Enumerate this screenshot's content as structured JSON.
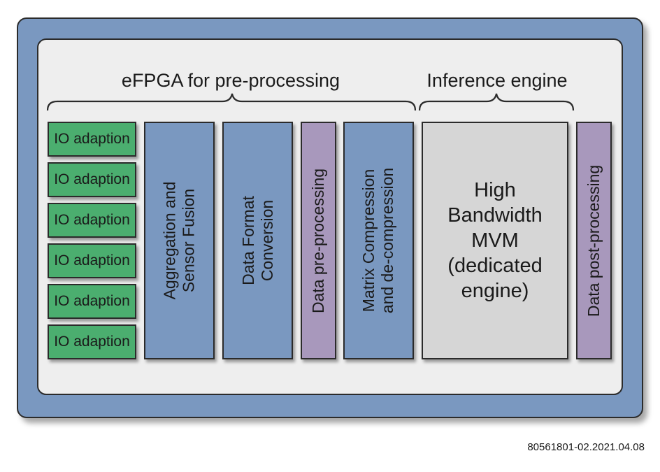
{
  "colors": {
    "outer_frame": "#7a98c0",
    "inner_panel": "#eeeeee",
    "io_block": "#4bae6f",
    "blue_block": "#7a98c0",
    "purple_block": "#a898bc",
    "gray_block": "#d6d6d6"
  },
  "labels": {
    "efpga": "eFPGA for pre-processing",
    "inference": "Inference engine"
  },
  "io_blocks": [
    "IO adaption",
    "IO adaption",
    "IO adaption",
    "IO adaption",
    "IO adaption",
    "IO adaption"
  ],
  "blocks": {
    "aggregation": "Aggregation and\nSensor Fusion",
    "data_format": "Data Format\nConversion",
    "pre_processing": "Data pre-processing",
    "matrix": "Matrix Compression\nand de-compression",
    "mvm": "High\nBandwidth\nMVM\n(dedicated\nengine)",
    "post_processing": "Data post-processing"
  },
  "footer": {
    "id": "80561801-02.2021.04.08"
  }
}
